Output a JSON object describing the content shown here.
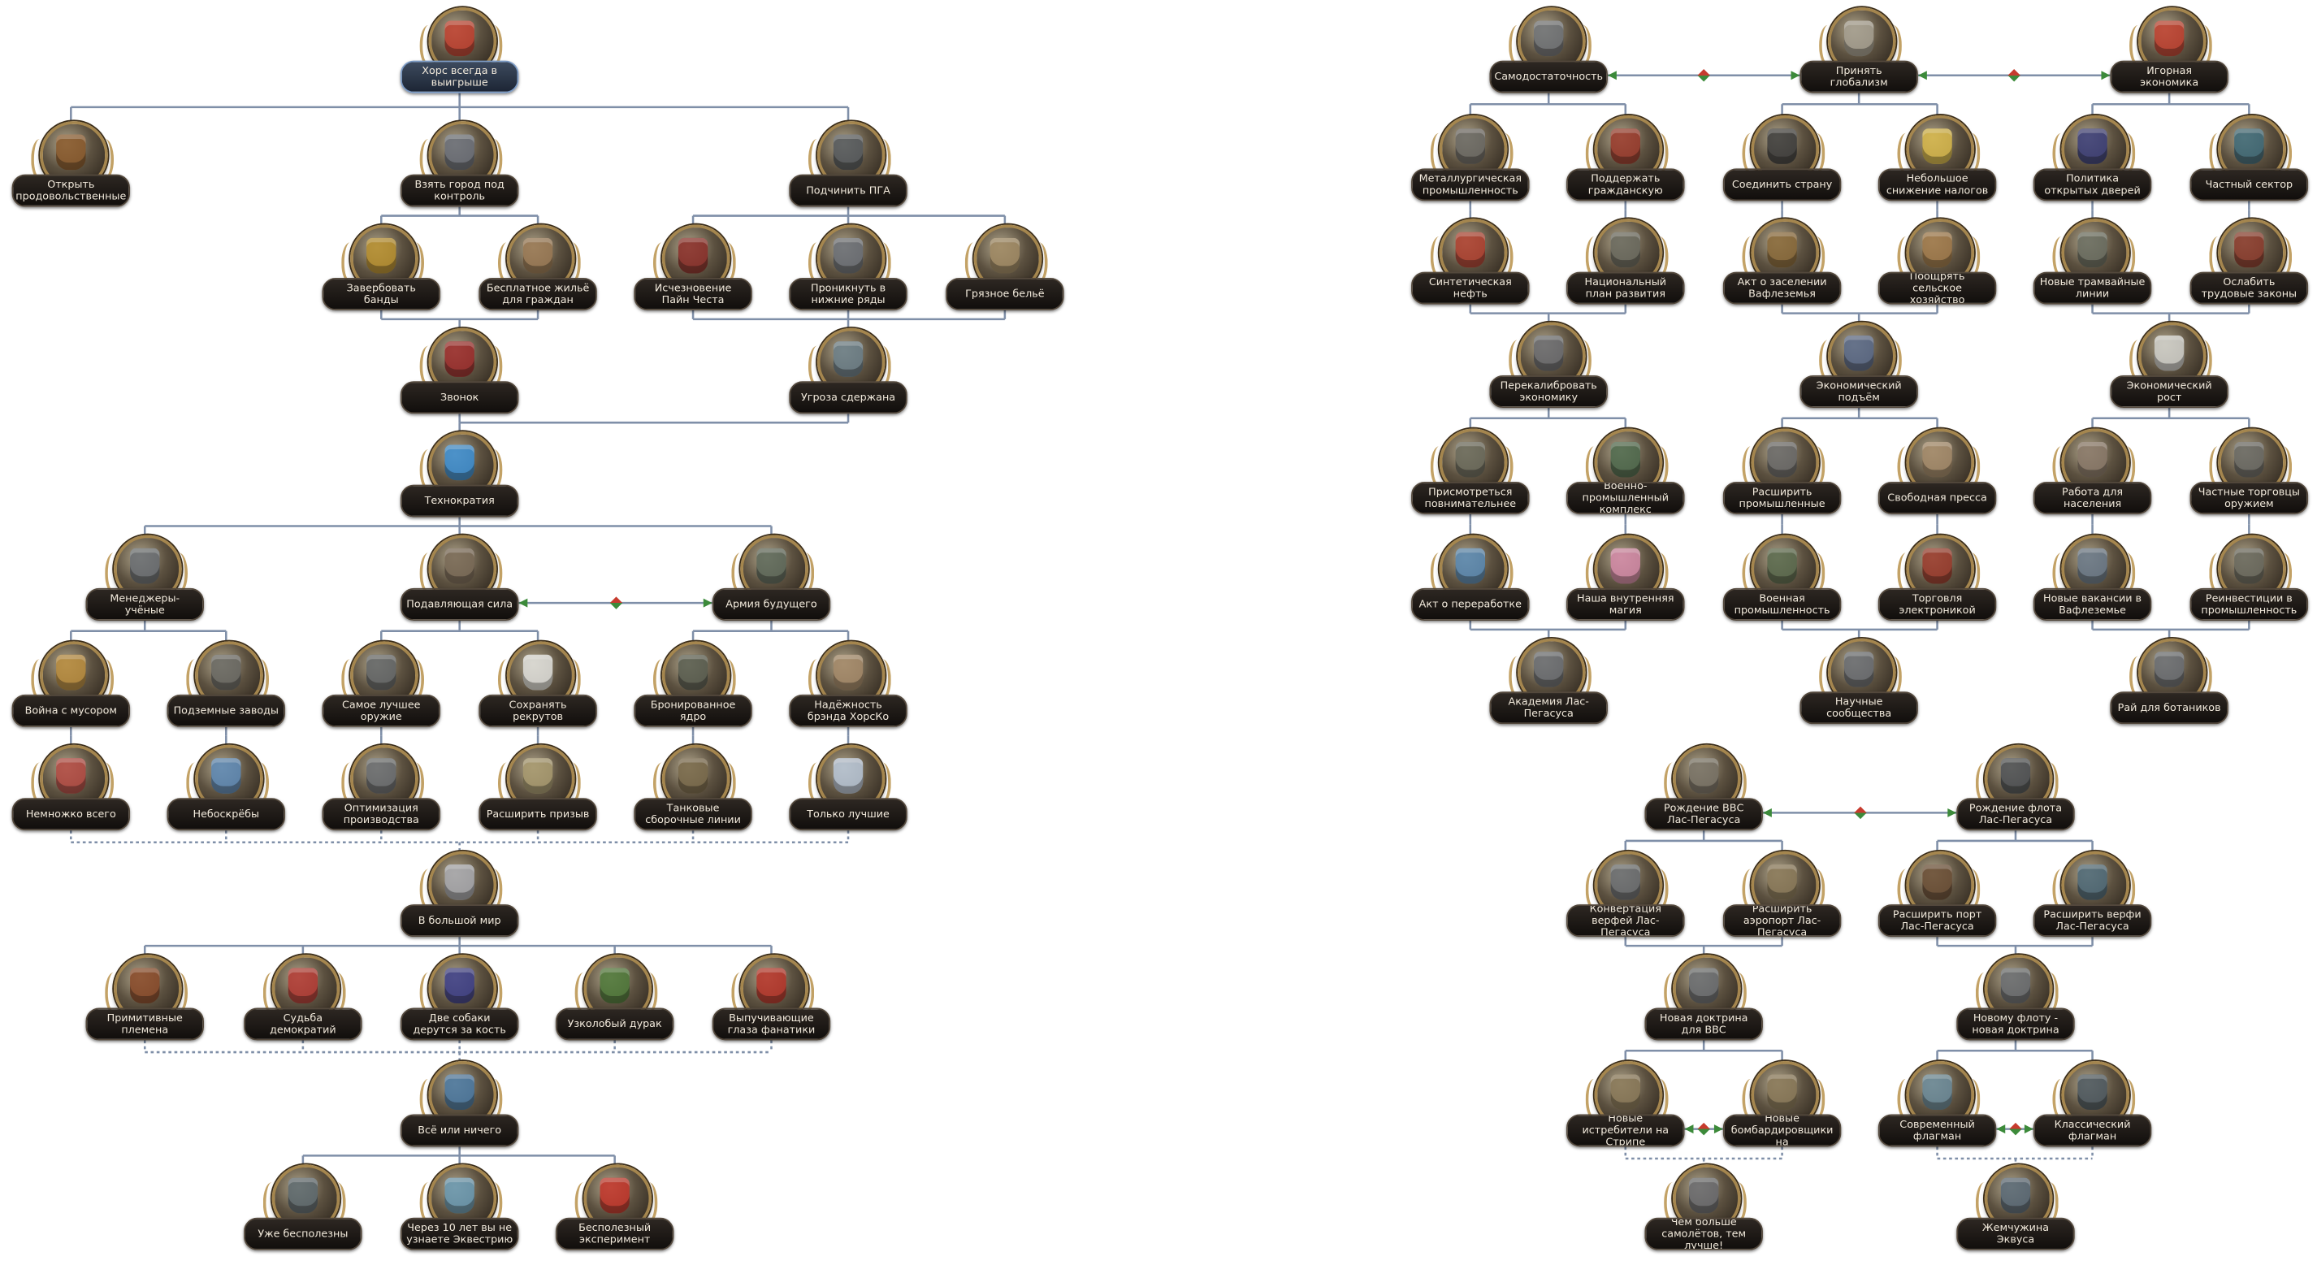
{
  "colors": {
    "connector": "#7f8fa8",
    "label_bg": "#1c1815",
    "label_text": "#f2eadc",
    "selected_bg": "#2b3648"
  },
  "focuses": [
    {
      "id": "hors_always_wins",
      "label": "Хорс всегда в выигрыше",
      "icon": "casino-dice-icon",
      "color": "#c0402f",
      "selected": true
    },
    {
      "id": "open_food",
      "label": "Открыть продовольственные",
      "icon": "grain-sack-icon",
      "color": "#8a5a2c"
    },
    {
      "id": "take_city",
      "label": "Взять город под контроль",
      "icon": "city-hall-icon",
      "color": "#6a6f7a"
    },
    {
      "id": "subjugate_pga",
      "label": "Подчинить ПГА",
      "icon": "mech-tank-icon",
      "color": "#555a5e"
    },
    {
      "id": "recruit_gangs",
      "label": "Завербовать банды",
      "icon": "bullet-icon",
      "color": "#b8902e"
    },
    {
      "id": "free_housing",
      "label": "Бесплатное жильё для граждан",
      "icon": "truck-icon",
      "color": "#9a7a55"
    },
    {
      "id": "pine_chest",
      "label": "Исчезновение Пайн Честа",
      "icon": "crossed-swords-icon",
      "color": "#8b2e2a"
    },
    {
      "id": "lower_ranks",
      "label": "Проникнуть в нижние ряды",
      "icon": "helmet-icon",
      "color": "#6c7078"
    },
    {
      "id": "dirty_laundry",
      "label": "Грязное бельё",
      "icon": "document-icon",
      "color": "#a08a64"
    },
    {
      "id": "bell",
      "label": "Звонок",
      "icon": "crown-icon",
      "color": "#9c2b2b"
    },
    {
      "id": "restraint_threat",
      "label": "Угроза сдержана",
      "icon": "handshake-icon",
      "color": "#6b7f8a"
    },
    {
      "id": "technocracy",
      "label": "Технократия",
      "icon": "atom-icon",
      "color": "#3b8fd4"
    },
    {
      "id": "scientist_managers",
      "label": "Менеджеры-учёные",
      "icon": "gear-icon",
      "color": "#6a6f75"
    },
    {
      "id": "overwhelming_force",
      "label": "Подавляющая сила",
      "icon": "fist-icon",
      "color": "#7a6a58"
    },
    {
      "id": "army_future",
      "label": "Армия будущего",
      "icon": "tank-icon",
      "color": "#5f6a5c"
    },
    {
      "id": "war_trash",
      "label": "Война с мусором",
      "icon": "pony-mask-icon",
      "color": "#b98c3e"
    },
    {
      "id": "underground_factories",
      "label": "Подземные заводы",
      "icon": "factory-icon",
      "color": "#6a6a66"
    },
    {
      "id": "best_weapon",
      "label": "Самое лучшее оружие",
      "icon": "crossed-rifles-icon",
      "color": "#64686a"
    },
    {
      "id": "keep_recruits",
      "label": "Сохранять рекрутов",
      "icon": "medic-icon",
      "color": "#e0e0dc"
    },
    {
      "id": "armored_core",
      "label": "Бронированное ядро",
      "icon": "armor-icon",
      "color": "#5a5e52"
    },
    {
      "id": "brand_reliability",
      "label": "Надёжность брэнда ХорсКо",
      "icon": "shield-pony-icon",
      "color": "#a58a6a"
    },
    {
      "id": "bit_of_everything",
      "label": "Немножко всего",
      "icon": "red-orb-icon",
      "color": "#b44a44"
    },
    {
      "id": "skyscrapers",
      "label": "Небоскрёбы",
      "icon": "skyline-icon",
      "color": "#5d8ab8"
    },
    {
      "id": "production_opt",
      "label": "Оптимизация производства",
      "icon": "gears-icon",
      "color": "#6a6e72"
    },
    {
      "id": "expand_draft",
      "label": "Расширить призыв",
      "icon": "soldiers-icon",
      "color": "#a89a70"
    },
    {
      "id": "tank_lines",
      "label": "Танковые сборочные линии",
      "icon": "tank-line-icon",
      "color": "#7a6a4c"
    },
    {
      "id": "only_best",
      "label": "Только лучшие",
      "icon": "pegasus-icon",
      "color": "#b8c6d8"
    },
    {
      "id": "bigger_world",
      "label": "В большой мир",
      "icon": "horse-head-icon",
      "color": "#a8aab0"
    },
    {
      "id": "primitive_tribes",
      "label": "Примитивные племена",
      "icon": "tribal-face-icon",
      "color": "#8a4a2a"
    },
    {
      "id": "fate_democracy",
      "label": "Судьба демократий",
      "icon": "flag-icon",
      "color": "#b43a34"
    },
    {
      "id": "two_dogs",
      "label": "Две собаки дерутся за кость",
      "icon": "moon-icon",
      "color": "#3c3f8a"
    },
    {
      "id": "narrow_fool",
      "label": "Узколобый дурак",
      "icon": "green-pony-icon",
      "color": "#4e7a3a"
    },
    {
      "id": "bulging_fanatics",
      "label": "Выпучивающие глаза фанатики",
      "icon": "red-star-icon",
      "color": "#b8342a"
    },
    {
      "id": "all_or_nothing",
      "label": "Всё или ничего",
      "icon": "globe-sword-icon",
      "color": "#4b7aa4"
    },
    {
      "id": "already_useless",
      "label": "Уже бесполезны",
      "icon": "broken-weapons-icon",
      "color": "#5d6a70"
    },
    {
      "id": "ten_years",
      "label": "Через 10 лет вы не узнаете Эквестрию",
      "icon": "city-view-icon",
      "color": "#6a9ab4"
    },
    {
      "id": "useless_experiment",
      "label": "Бесполезный эксперимент",
      "icon": "hammer-sickle-icon",
      "color": "#c4342a"
    },
    {
      "id": "self_sufficiency",
      "label": "Самодостаточность",
      "icon": "tower-icon",
      "color": "#707478"
    },
    {
      "id": "globalism",
      "label": "Принять глобализм",
      "icon": "eagle-icon",
      "color": "#a6a092"
    },
    {
      "id": "gambling_economy",
      "label": "Игорная экономика",
      "icon": "casino-dice-icon",
      "color": "#c0402f"
    },
    {
      "id": "metallurgy",
      "label": "Металлургическая промышленность",
      "icon": "furnace-icon",
      "color": "#6c6a66"
    },
    {
      "id": "support_civil",
      "label": "Поддержать гражданскую",
      "icon": "bottles-icon",
      "color": "#9a3a2c"
    },
    {
      "id": "unite_country",
      "label": "Соединить страну",
      "icon": "train-icon",
      "color": "#3e3e3e"
    },
    {
      "id": "tax_cuts",
      "label": "Небольшое снижение налогов",
      "icon": "coins-icon",
      "color": "#d8b84a"
    },
    {
      "id": "open_doors",
      "label": "Политика открытых дверей",
      "icon": "door-icon",
      "color": "#3a3e7a"
    },
    {
      "id": "private_sector",
      "label": "Частный сектор",
      "icon": "champagne-icon",
      "color": "#3e6a7a"
    },
    {
      "id": "synthetic_oil",
      "label": "Синтетическая нефть",
      "icon": "oil-barrel-icon",
      "color": "#b04030"
    },
    {
      "id": "national_plan",
      "label": "Национальный план развития",
      "icon": "skyscraper-icon",
      "color": "#6a6a60"
    },
    {
      "id": "waffle_settlement",
      "label": "Акт о заселении Вафлеземья",
      "icon": "tools-icon",
      "color": "#8a6a3a"
    },
    {
      "id": "rural_economy",
      "label": "Поощрять сельское хозяйство",
      "icon": "farm-icon",
      "color": "#a07a4a"
    },
    {
      "id": "tram_lines",
      "label": "Новые трамвайные линии",
      "icon": "tram-icon",
      "color": "#6a6e62"
    },
    {
      "id": "labor_laws",
      "label": "Ослабить трудовые законы",
      "icon": "worker-icon",
      "color": "#8a3a2c"
    },
    {
      "id": "recalibrate_economy",
      "label": "Перекалибровать экономику",
      "icon": "gear-icon",
      "color": "#6a6c70"
    },
    {
      "id": "economic_rise",
      "label": "Экономический подъём",
      "icon": "city-towers-icon",
      "color": "#5a6a8a"
    },
    {
      "id": "economic_growth",
      "label": "Экономический рост",
      "icon": "dice-icon",
      "color": "#d0d0cc"
    },
    {
      "id": "look_closer",
      "label": "Присмотреться повнимательнее",
      "icon": "crossed-tools-icon",
      "color": "#6a6a5c"
    },
    {
      "id": "military_complex",
      "label": "Военно-промышленный комплекс",
      "icon": "barracks-icon",
      "color": "#4e6a4e"
    },
    {
      "id": "expand_industry",
      "label": "Расширить промышленные",
      "icon": "industry-icon",
      "color": "#6a6a6a"
    },
    {
      "id": "free_press",
      "label": "Свободная пресса",
      "icon": "newspaper-icon",
      "color": "#a48a6a"
    },
    {
      "id": "work_population",
      "label": "Работа для населения",
      "icon": "workers-icon",
      "color": "#8a7a6a"
    },
    {
      "id": "private_arms",
      "label": "Частные торговцы оружием",
      "icon": "crossed-guns-icon",
      "color": "#6a6a66"
    },
    {
      "id": "processing_act",
      "label": "Акт о переработке",
      "icon": "paper-icon",
      "color": "#5a8ab4"
    },
    {
      "id": "inner_magic",
      "label": "Наша внутренняя магия",
      "icon": "pink-star-icon",
      "color": "#d48aa8"
    },
    {
      "id": "military_industry",
      "label": "Военная промышленность",
      "icon": "military-factory-icon",
      "color": "#5a6a4e"
    },
    {
      "id": "electronics_trade",
      "label": "Торговля электроникой",
      "icon": "electronics-icon",
      "color": "#9a3a2c"
    },
    {
      "id": "waffle_jobs",
      "label": "Новые вакансии в Вафлеземье",
      "icon": "columns-icon",
      "color": "#6a7a8a"
    },
    {
      "id": "reinvest",
      "label": "Реинвестиции в промышленность",
      "icon": "crossed-hammers-icon",
      "color": "#6a6a60"
    },
    {
      "id": "lp_academy",
      "label": "Академия Лас-Пегасуса",
      "icon": "flask-icon",
      "color": "#6a6e74"
    },
    {
      "id": "science_societies",
      "label": "Научные сообщества",
      "icon": "flask-icon",
      "color": "#6a6e74"
    },
    {
      "id": "botanist_paradise",
      "label": "Рай для ботаников",
      "icon": "flask-icon",
      "color": "#6a6e74"
    },
    {
      "id": "airforce_birth",
      "label": "Рождение ВВС Лас-Пегасуса",
      "icon": "plane-icon",
      "color": "#7a7468"
    },
    {
      "id": "navy_birth",
      "label": "Рождение флота Лас-Пегасуса",
      "icon": "wolf-icon",
      "color": "#4e5256"
    },
    {
      "id": "convert_docks",
      "label": "Конвертация верфей Лас-Пегасуса",
      "icon": "dock-icon",
      "color": "#6a6e72"
    },
    {
      "id": "expand_airport",
      "label": "Расширить аэропорт Лас-Пегасуса",
      "icon": "crossed-planes-icon",
      "color": "#8a7a5a"
    },
    {
      "id": "expand_port",
      "label": "Расширить порт Лас-Пегасуса",
      "icon": "ship-wheel-icon",
      "color": "#6a4e36"
    },
    {
      "id": "expand_shipyards",
      "label": "Расширить верфи Лас-Пегасуса",
      "icon": "anchor-icon",
      "color": "#4e6a7a"
    },
    {
      "id": "new_air_doctrine",
      "label": "Новая доктрина для ВВС",
      "icon": "bombs-icon",
      "color": "#6a6e72"
    },
    {
      "id": "new_naval_doctrine",
      "label": "Новому флоту - новая доктрина",
      "icon": "naval-mine-icon",
      "color": "#6a6e72"
    },
    {
      "id": "new_fighters",
      "label": "Новые истребители на Стрипе",
      "icon": "fighter-icon",
      "color": "#8a7a5a"
    },
    {
      "id": "new_bombers",
      "label": "Новые бомбардировщики на",
      "icon": "bomber-icon",
      "color": "#8a7a5a"
    },
    {
      "id": "modern_flagship",
      "label": "Современный флагман",
      "icon": "carrier-icon",
      "color": "#6a8a9a"
    },
    {
      "id": "classic_flagship",
      "label": "Классический флагман",
      "icon": "battleship-icon",
      "color": "#4e5a62"
    },
    {
      "id": "more_planes",
      "label": "Чем больше самолётов, тем лучше!",
      "icon": "gear-icon",
      "color": "#6a6c70"
    },
    {
      "id": "pearl_equus",
      "label": "Жемчужина Эквуса",
      "icon": "warship-icon",
      "color": "#5a6a78"
    }
  ]
}
